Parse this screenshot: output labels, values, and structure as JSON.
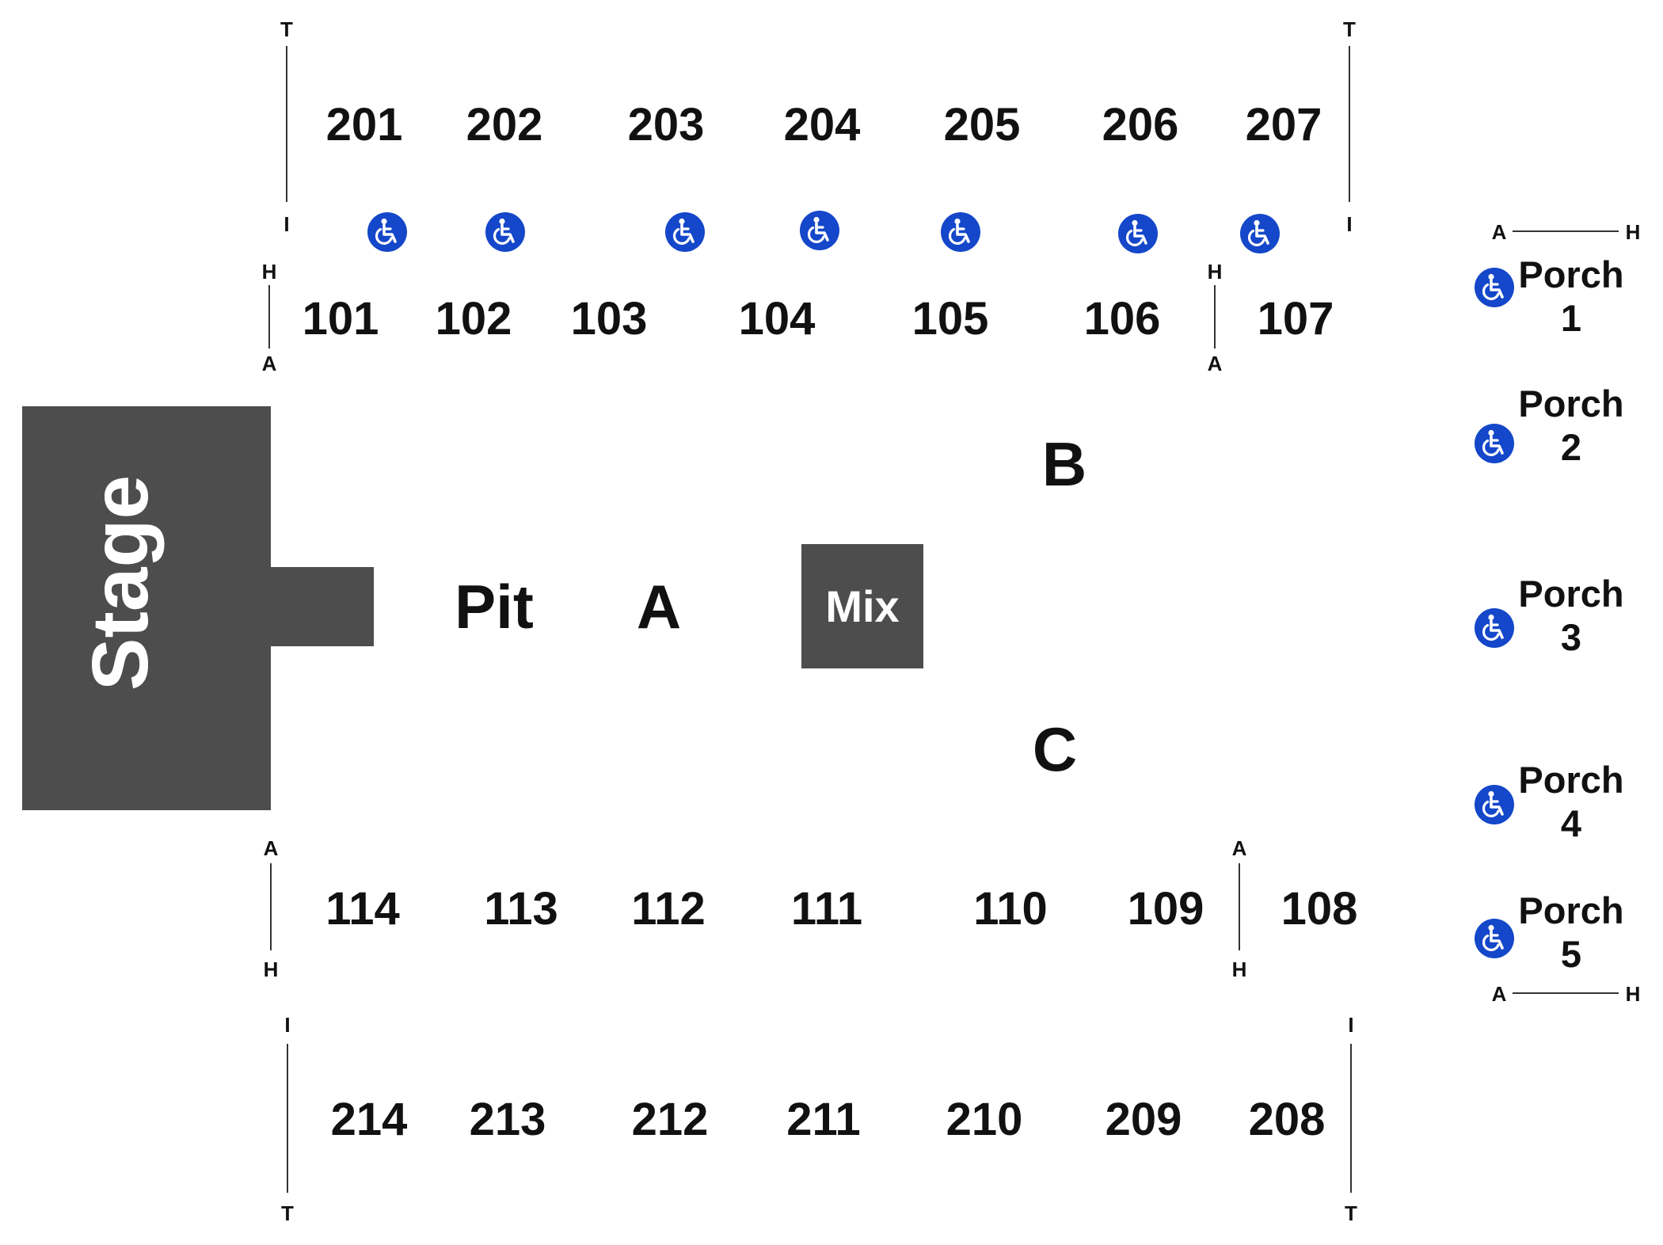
{
  "colors": {
    "stage": "#4d4d4d",
    "mix": "#4d4d4d",
    "accessible": "#1447c9",
    "text": "#111111",
    "line": "#333333"
  },
  "icon": "wheelchair-icon",
  "floor": {
    "stage": "Stage",
    "mix": "Mix",
    "pit": "Pit",
    "general": [
      "A",
      "B",
      "C"
    ]
  },
  "sections": {
    "upper_top": [
      "201",
      "202",
      "203",
      "204",
      "205",
      "206",
      "207"
    ],
    "lower_top": [
      "101",
      "102",
      "103",
      "104",
      "105",
      "106",
      "107"
    ],
    "lower_bottom": [
      "114",
      "113",
      "112",
      "111",
      "110",
      "109",
      "108"
    ],
    "upper_bottom": [
      "214",
      "213",
      "212",
      "211",
      "210",
      "209",
      "208"
    ]
  },
  "row_markers": {
    "upper_top_start": "T",
    "upper_top_end": "I",
    "lower_top_start": "H",
    "lower_top_end": "A",
    "lower_bottom_start": "A",
    "lower_bottom_end": "H",
    "upper_bottom_start": "I",
    "upper_bottom_end": "T",
    "porch_start": "A",
    "porch_end": "H"
  },
  "porches": [
    {
      "line1": "Porch",
      "line2": "1"
    },
    {
      "line1": "Porch",
      "line2": "2"
    },
    {
      "line1": "Porch",
      "line2": "3"
    },
    {
      "line1": "Porch",
      "line2": "4"
    },
    {
      "line1": "Porch",
      "line2": "5"
    }
  ]
}
